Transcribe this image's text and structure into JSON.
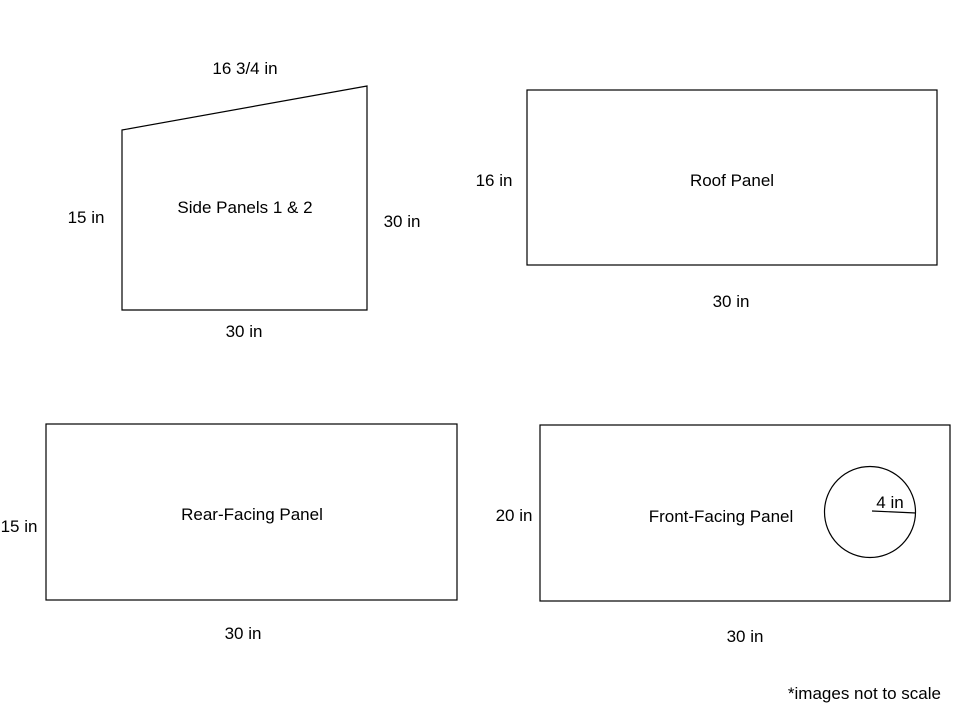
{
  "colors": {
    "stroke": "#000000",
    "text": "#000000",
    "background": "#ffffff"
  },
  "side_panel": {
    "label": "Side Panels 1 & 2",
    "top_length": "16 3/4 in",
    "left_height": "15 in",
    "right_height": "30 in",
    "bottom_width": "30 in"
  },
  "roof_panel": {
    "label": "Roof Panel",
    "height": "16 in",
    "width": "30 in"
  },
  "rear_panel": {
    "label": "Rear-Facing Panel",
    "height": "15 in",
    "width": "30 in"
  },
  "front_panel": {
    "label": "Front-Facing Panel",
    "height": "20 in",
    "width": "30 in",
    "hole_radius": "4 in"
  },
  "note": "*images not to scale"
}
